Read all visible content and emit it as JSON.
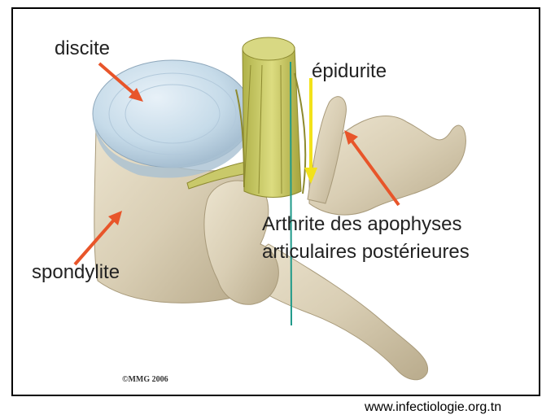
{
  "labels": {
    "discite": "discite",
    "epidurite": "épidurite",
    "arthrite_line1": "Arthrite des apophyses",
    "arthrite_line2": "articulaires postérieures",
    "spondylite": "spondylite"
  },
  "copyright": "©MMG 2006",
  "source": "www.infectiologie.org.tn",
  "colors": {
    "arrow": "#e8552a",
    "epidurite_arrow": "#f2e21a",
    "midline": "#1f9a8a",
    "disc": "#c6dbe9",
    "bone": "#d9ceb4",
    "spinal_cord": "#c9c96a"
  }
}
